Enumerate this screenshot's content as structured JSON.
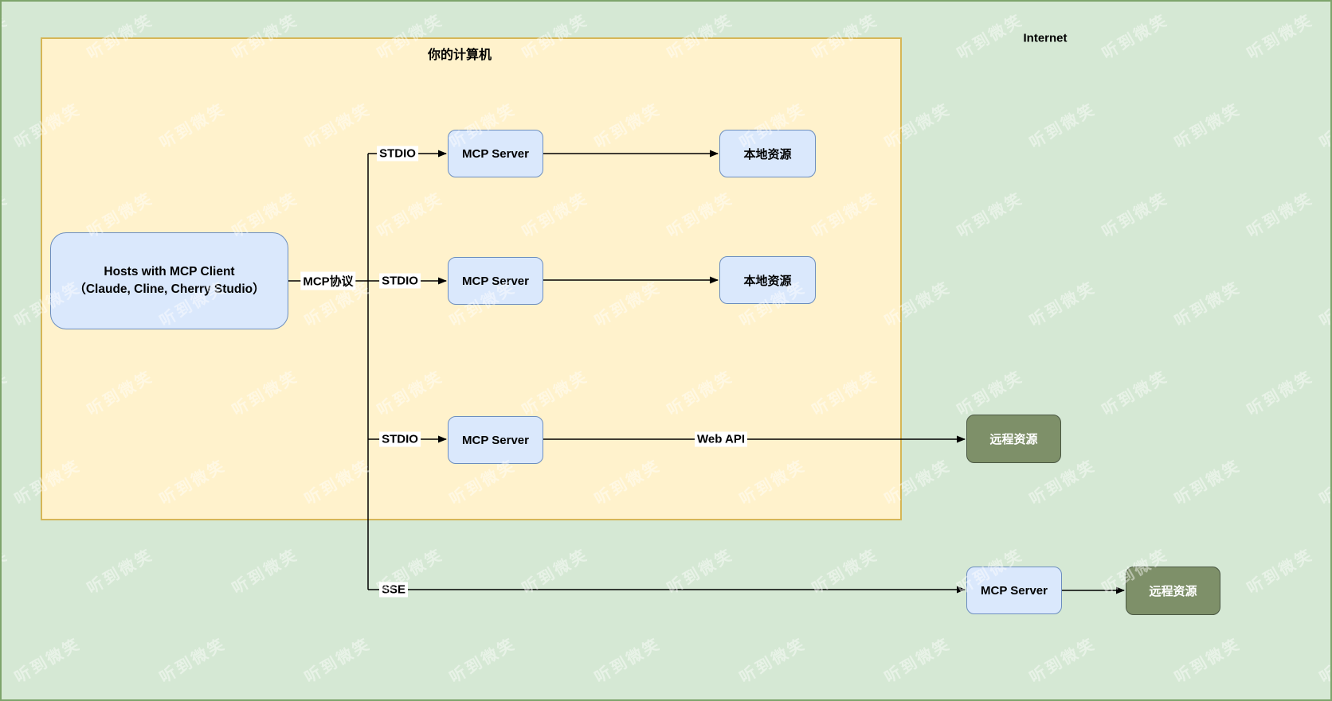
{
  "canvas": {
    "computer_box_title": "你的计算机",
    "internet_label": "Internet",
    "watermark_text": "听到微笑"
  },
  "nodes": {
    "host": {
      "line1": "Hosts with MCP Client",
      "line2": "（Claude, Cline, Cherry Studio）"
    },
    "mcp_server": "MCP Server",
    "local_resource": "本地资源",
    "remote_resource": "远程资源"
  },
  "edge_labels": {
    "mcp_protocol": "MCP协议",
    "stdio": "STDIO",
    "web_api": "Web API",
    "sse": "SSE"
  },
  "colors": {
    "background": "#d5e8d4",
    "frame_border": "#7ea46c",
    "computer_box_fill": "#fff2cc",
    "computer_box_border": "#d6b656",
    "blue_node_fill": "#dae8fc",
    "blue_node_border": "#6c8ebf",
    "green_node_fill": "#7e9069",
    "green_node_border": "#4a5742",
    "connector": "#000000",
    "edge_label_background": "#ffffff",
    "watermark_color": "rgba(255,255,255,0.45)"
  }
}
